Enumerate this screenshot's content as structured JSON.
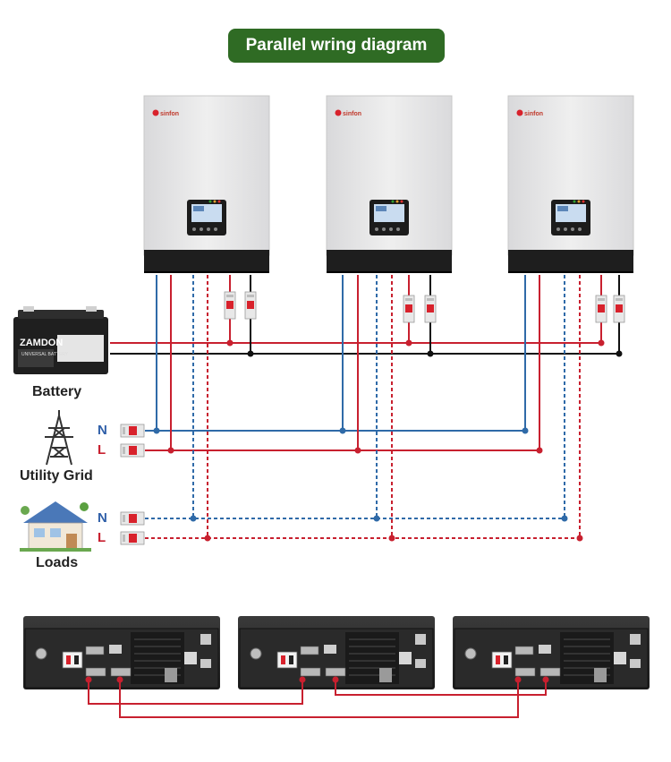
{
  "title": "Parallel wring diagram",
  "brand": "sinfon",
  "battery": {
    "label": "Battery",
    "brand": "ZAMDON",
    "subtext": "UNIVERSAL BATTERY"
  },
  "utility_grid": {
    "label": "Utility Grid",
    "n": "N",
    "l": "L"
  },
  "loads": {
    "label": "Loads",
    "n": "N",
    "l": "L"
  },
  "colors": {
    "title_bg": "#2f6b24",
    "red_wire": "#c8202f",
    "blue_wire": "#2f6aa8",
    "black_wire": "#111111",
    "n_text": "#2f5fa8",
    "l_text": "#c8202f"
  }
}
